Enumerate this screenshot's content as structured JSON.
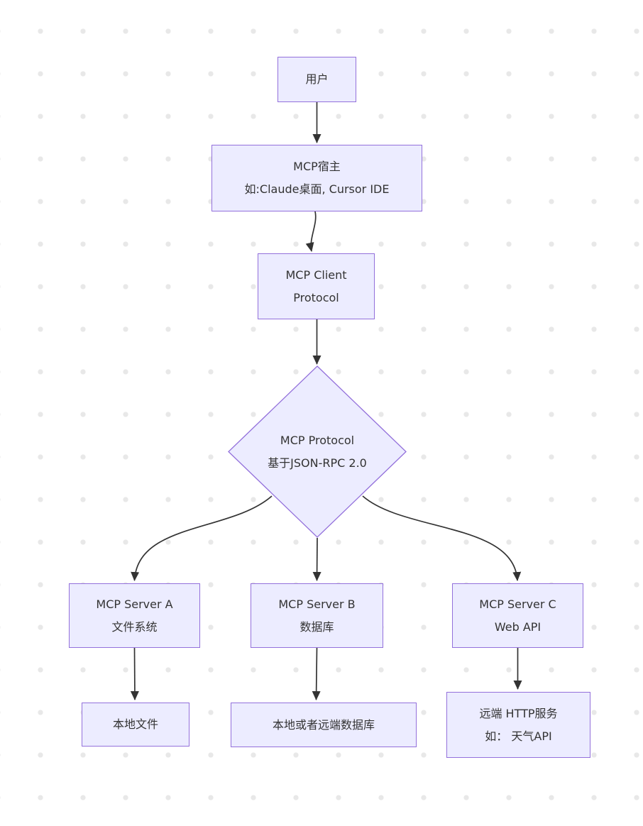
{
  "diagram": {
    "type": "flowchart",
    "direction": "top-down",
    "colors": {
      "node_fill": "#ECECFF",
      "node_border": "#9370DB",
      "edge_line": "#333333",
      "text": "#333333",
      "background": "#ffffff",
      "background_dots": "#e8e8e8"
    },
    "nodes": {
      "user": {
        "shape": "rect",
        "line1": "用户"
      },
      "host": {
        "shape": "rect",
        "line1": "MCP宿主",
        "line2": "如:Claude桌面, Cursor IDE"
      },
      "client": {
        "shape": "rect",
        "line1": "MCP Client",
        "line2": "Protocol"
      },
      "protocol": {
        "shape": "diamond",
        "line1": "MCP Protocol",
        "line2": "基于JSON-RPC 2.0"
      },
      "server_a": {
        "shape": "rect",
        "line1": "MCP Server A",
        "line2": "文件系统"
      },
      "server_b": {
        "shape": "rect",
        "line1": "MCP Server B",
        "line2": "数据库"
      },
      "server_c": {
        "shape": "rect",
        "line1": "MCP Server C",
        "line2": "Web API"
      },
      "local_files": {
        "shape": "rect",
        "line1": "本地文件"
      },
      "database": {
        "shape": "rect",
        "line1": "本地或者远端数据库"
      },
      "remote_http": {
        "shape": "rect",
        "line1": "远端 HTTP服务",
        "line2": "如： 天气API"
      }
    },
    "edges": [
      {
        "from": "user",
        "to": "host"
      },
      {
        "from": "host",
        "to": "client"
      },
      {
        "from": "client",
        "to": "protocol"
      },
      {
        "from": "protocol",
        "to": "server_a"
      },
      {
        "from": "protocol",
        "to": "server_b"
      },
      {
        "from": "protocol",
        "to": "server_c"
      },
      {
        "from": "server_a",
        "to": "local_files"
      },
      {
        "from": "server_b",
        "to": "database"
      },
      {
        "from": "server_c",
        "to": "remote_http"
      }
    ]
  }
}
